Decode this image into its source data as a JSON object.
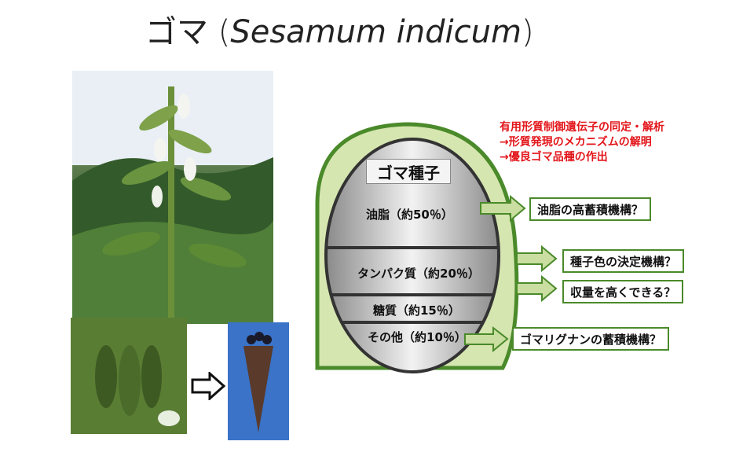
{
  "title": {
    "jp": "ゴマ",
    "latin": "Sesamum indicum"
  },
  "notes": [
    "有用形質制御遺伝子の同定・解析",
    "→形質発現のメカニズムの解明",
    "→優良ゴマ品種の作出"
  ],
  "seed": {
    "header": "ゴマ種子",
    "segments": [
      {
        "label": "油脂（約50％）"
      },
      {
        "label": "タンパク質（約20％）"
      },
      {
        "label": "糖質（約15％）"
      },
      {
        "label": "その他（約10％）"
      }
    ]
  },
  "callouts": [
    "油脂の高蓄積機構？",
    "種子色の決定機構？",
    "収量を高くできる？",
    "ゴマリグナンの蓄積機構？"
  ],
  "colors": {
    "green": "#4a8a2a",
    "seed_outer": "#d6e6b0",
    "red": "#e3161b"
  }
}
